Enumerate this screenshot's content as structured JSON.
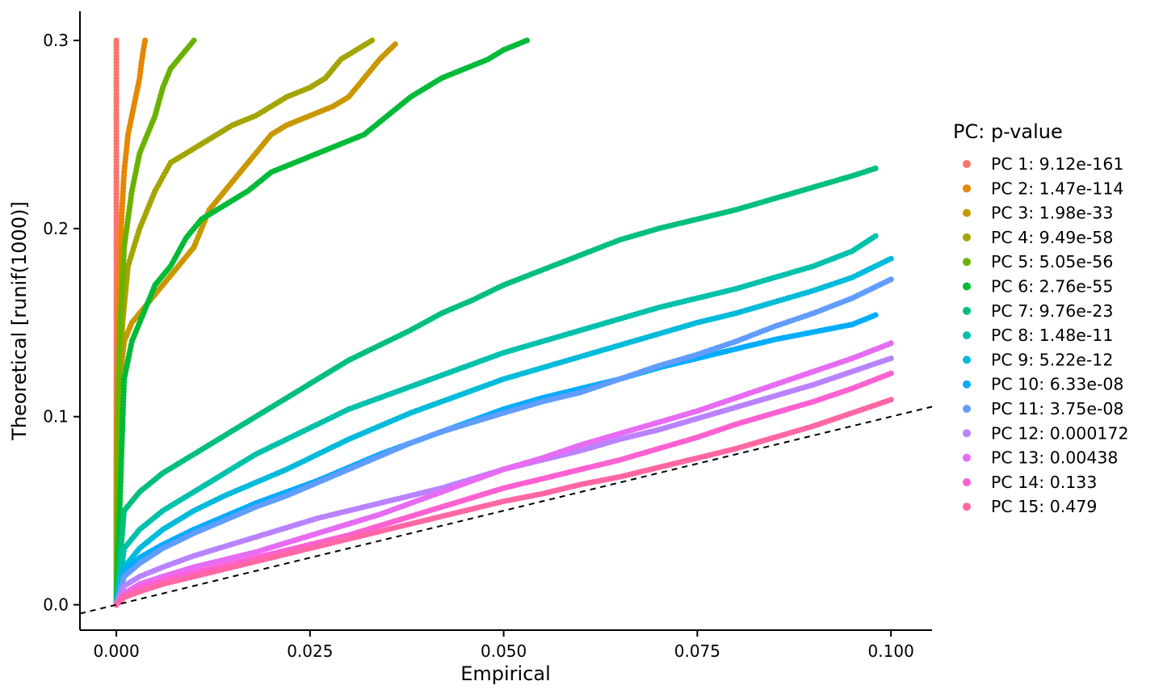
{
  "chart_data": {
    "type": "scatter",
    "title": "",
    "xlabel": "Empirical",
    "ylabel": "Theoretical [runif(1000)]",
    "xlim": [
      -0.0047,
      0.1053
    ],
    "ylim": [
      -0.0135,
      0.3155
    ],
    "x_ticks": [
      0.0,
      0.025,
      0.05,
      0.075,
      0.1
    ],
    "x_tick_labels": [
      "0.000",
      "0.025",
      "0.050",
      "0.075",
      "0.100"
    ],
    "y_ticks": [
      0.0,
      0.1,
      0.2,
      0.3
    ],
    "y_tick_labels": [
      "0.0",
      "0.1",
      "0.2",
      "0.3"
    ],
    "grid": false,
    "legend_title": "PC: p-value",
    "legend_position": "right",
    "reference_line": {
      "style": "dashed",
      "color": "#000000",
      "x": [
        -0.0047,
        0.1053
      ],
      "y": [
        -0.0047,
        0.1053
      ]
    },
    "series": [
      {
        "name": "PC 1: 9.12e-161",
        "color": "#F8766D",
        "x": [
          0.0,
          0.0,
          0.0,
          0.0,
          0.0,
          0.0,
          0.0,
          0.0
        ],
        "y": [
          0.0,
          0.05,
          0.1,
          0.15,
          0.2,
          0.25,
          0.28,
          0.3
        ]
      },
      {
        "name": "PC 2: 1.47e-114",
        "color": "#E58700",
        "x": [
          0.0,
          0.0,
          0.0003,
          0.0006,
          0.001,
          0.0015,
          0.002,
          0.0025,
          0.003,
          0.0033,
          0.0035,
          0.0037
        ],
        "y": [
          0.0,
          0.08,
          0.16,
          0.2,
          0.23,
          0.25,
          0.26,
          0.27,
          0.28,
          0.29,
          0.295,
          0.3
        ]
      },
      {
        "name": "PC 3: 1.98e-33",
        "color": "#C99800",
        "x": [
          0.0,
          0.0005,
          0.001,
          0.002,
          0.004,
          0.006,
          0.008,
          0.01,
          0.012,
          0.014,
          0.016,
          0.018,
          0.02,
          0.022,
          0.025,
          0.028,
          0.03,
          0.032,
          0.034,
          0.036
        ],
        "y": [
          0.0,
          0.12,
          0.14,
          0.15,
          0.16,
          0.17,
          0.18,
          0.19,
          0.21,
          0.22,
          0.23,
          0.24,
          0.25,
          0.255,
          0.26,
          0.265,
          0.27,
          0.28,
          0.29,
          0.298
        ]
      },
      {
        "name": "PC 4: 9.49e-58",
        "color": "#A3A500",
        "x": [
          0.0,
          0.0003,
          0.0008,
          0.0015,
          0.003,
          0.005,
          0.007,
          0.009,
          0.011,
          0.013,
          0.015,
          0.018,
          0.02,
          0.022,
          0.025,
          0.027,
          0.029,
          0.031,
          0.033
        ],
        "y": [
          0.0,
          0.11,
          0.15,
          0.18,
          0.2,
          0.22,
          0.235,
          0.24,
          0.245,
          0.25,
          0.255,
          0.26,
          0.265,
          0.27,
          0.275,
          0.28,
          0.29,
          0.295,
          0.3
        ]
      },
      {
        "name": "PC 5: 5.05e-56",
        "color": "#6BB100",
        "x": [
          0.0,
          0.0002,
          0.0005,
          0.001,
          0.002,
          0.003,
          0.004,
          0.005,
          0.006,
          0.007,
          0.008,
          0.009,
          0.01
        ],
        "y": [
          0.0,
          0.1,
          0.15,
          0.19,
          0.22,
          0.24,
          0.25,
          0.26,
          0.275,
          0.285,
          0.29,
          0.295,
          0.3
        ]
      },
      {
        "name": "PC 6: 2.76e-55",
        "color": "#00BA38",
        "x": [
          0.0,
          0.0005,
          0.001,
          0.002,
          0.003,
          0.005,
          0.007,
          0.009,
          0.011,
          0.013,
          0.015,
          0.017,
          0.02,
          0.023,
          0.026,
          0.029,
          0.032,
          0.035,
          0.038,
          0.04,
          0.042,
          0.045,
          0.048,
          0.05,
          0.053
        ],
        "y": [
          0.0,
          0.06,
          0.12,
          0.14,
          0.15,
          0.17,
          0.18,
          0.195,
          0.205,
          0.21,
          0.215,
          0.22,
          0.23,
          0.235,
          0.24,
          0.245,
          0.25,
          0.26,
          0.27,
          0.275,
          0.28,
          0.285,
          0.29,
          0.295,
          0.3
        ]
      },
      {
        "name": "PC 7: 9.76e-23",
        "color": "#00BF7D",
        "x": [
          0.0,
          0.001,
          0.003,
          0.006,
          0.01,
          0.014,
          0.018,
          0.022,
          0.026,
          0.03,
          0.034,
          0.038,
          0.042,
          0.046,
          0.05,
          0.055,
          0.06,
          0.065,
          0.07,
          0.075,
          0.08,
          0.085,
          0.09,
          0.095,
          0.098
        ],
        "y": [
          0.0,
          0.05,
          0.06,
          0.07,
          0.08,
          0.09,
          0.1,
          0.11,
          0.12,
          0.13,
          0.138,
          0.146,
          0.155,
          0.162,
          0.17,
          0.178,
          0.186,
          0.194,
          0.2,
          0.205,
          0.21,
          0.216,
          0.222,
          0.228,
          0.232
        ]
      },
      {
        "name": "PC 8: 1.48e-11",
        "color": "#00C1AB",
        "x": [
          0.0,
          0.001,
          0.003,
          0.006,
          0.01,
          0.014,
          0.018,
          0.022,
          0.026,
          0.03,
          0.034,
          0.038,
          0.042,
          0.046,
          0.05,
          0.055,
          0.06,
          0.065,
          0.07,
          0.075,
          0.08,
          0.085,
          0.09,
          0.095,
          0.098
        ],
        "y": [
          0.0,
          0.03,
          0.04,
          0.05,
          0.06,
          0.07,
          0.08,
          0.088,
          0.096,
          0.104,
          0.11,
          0.116,
          0.122,
          0.128,
          0.134,
          0.14,
          0.146,
          0.152,
          0.158,
          0.163,
          0.168,
          0.174,
          0.18,
          0.188,
          0.196
        ]
      },
      {
        "name": "PC 9: 5.22e-12",
        "color": "#00BBDA",
        "x": [
          0.0,
          0.001,
          0.003,
          0.006,
          0.01,
          0.014,
          0.018,
          0.022,
          0.026,
          0.03,
          0.034,
          0.038,
          0.042,
          0.046,
          0.05,
          0.055,
          0.06,
          0.065,
          0.07,
          0.075,
          0.08,
          0.085,
          0.09,
          0.095,
          0.1
        ],
        "y": [
          0.0,
          0.02,
          0.03,
          0.04,
          0.05,
          0.058,
          0.065,
          0.072,
          0.08,
          0.088,
          0.095,
          0.102,
          0.108,
          0.114,
          0.12,
          0.126,
          0.132,
          0.138,
          0.144,
          0.15,
          0.155,
          0.161,
          0.167,
          0.174,
          0.184
        ]
      },
      {
        "name": "PC 10: 6.33e-08",
        "color": "#00ACFC",
        "x": [
          0.0,
          0.001,
          0.003,
          0.006,
          0.01,
          0.014,
          0.018,
          0.022,
          0.026,
          0.03,
          0.034,
          0.038,
          0.042,
          0.046,
          0.05,
          0.055,
          0.06,
          0.065,
          0.07,
          0.075,
          0.08,
          0.085,
          0.09,
          0.095,
          0.098
        ],
        "y": [
          0.0,
          0.018,
          0.025,
          0.032,
          0.04,
          0.047,
          0.054,
          0.06,
          0.066,
          0.073,
          0.08,
          0.086,
          0.092,
          0.098,
          0.104,
          0.11,
          0.115,
          0.12,
          0.126,
          0.131,
          0.136,
          0.141,
          0.145,
          0.149,
          0.154
        ]
      },
      {
        "name": "PC 11: 3.75e-08",
        "color": "#619CFF",
        "x": [
          0.0,
          0.001,
          0.003,
          0.006,
          0.01,
          0.014,
          0.018,
          0.022,
          0.026,
          0.03,
          0.034,
          0.038,
          0.042,
          0.046,
          0.05,
          0.055,
          0.06,
          0.065,
          0.07,
          0.075,
          0.08,
          0.085,
          0.09,
          0.095,
          0.1
        ],
        "y": [
          0.0,
          0.015,
          0.022,
          0.03,
          0.038,
          0.045,
          0.052,
          0.058,
          0.065,
          0.072,
          0.079,
          0.086,
          0.092,
          0.097,
          0.102,
          0.108,
          0.113,
          0.12,
          0.127,
          0.133,
          0.14,
          0.148,
          0.155,
          0.163,
          0.173
        ]
      },
      {
        "name": "PC 12: 0.000172",
        "color": "#B983FF",
        "x": [
          0.0,
          0.001,
          0.003,
          0.006,
          0.01,
          0.014,
          0.018,
          0.022,
          0.026,
          0.03,
          0.034,
          0.038,
          0.042,
          0.046,
          0.05,
          0.055,
          0.06,
          0.065,
          0.07,
          0.075,
          0.08,
          0.085,
          0.09,
          0.095,
          0.1
        ],
        "y": [
          0.0,
          0.01,
          0.015,
          0.02,
          0.026,
          0.031,
          0.036,
          0.041,
          0.046,
          0.05,
          0.054,
          0.058,
          0.062,
          0.067,
          0.072,
          0.077,
          0.082,
          0.088,
          0.093,
          0.099,
          0.105,
          0.111,
          0.117,
          0.124,
          0.131
        ]
      },
      {
        "name": "PC 13: 0.00438",
        "color": "#E76BF3",
        "x": [
          0.0,
          0.001,
          0.003,
          0.006,
          0.01,
          0.014,
          0.018,
          0.022,
          0.026,
          0.03,
          0.034,
          0.038,
          0.042,
          0.046,
          0.05,
          0.055,
          0.06,
          0.065,
          0.07,
          0.075,
          0.08,
          0.085,
          0.09,
          0.095,
          0.1
        ],
        "y": [
          0.0,
          0.006,
          0.011,
          0.015,
          0.02,
          0.024,
          0.028,
          0.033,
          0.038,
          0.043,
          0.048,
          0.054,
          0.06,
          0.066,
          0.072,
          0.078,
          0.085,
          0.091,
          0.097,
          0.103,
          0.11,
          0.117,
          0.124,
          0.131,
          0.139
        ]
      },
      {
        "name": "PC 14: 0.133",
        "color": "#FD61D1",
        "x": [
          0.0,
          0.001,
          0.003,
          0.006,
          0.01,
          0.014,
          0.018,
          0.022,
          0.026,
          0.03,
          0.034,
          0.038,
          0.042,
          0.046,
          0.05,
          0.055,
          0.06,
          0.065,
          0.07,
          0.075,
          0.08,
          0.085,
          0.09,
          0.095,
          0.1
        ],
        "y": [
          0.0,
          0.005,
          0.009,
          0.013,
          0.017,
          0.021,
          0.025,
          0.029,
          0.033,
          0.037,
          0.042,
          0.047,
          0.052,
          0.057,
          0.062,
          0.067,
          0.072,
          0.077,
          0.083,
          0.089,
          0.096,
          0.102,
          0.108,
          0.115,
          0.123
        ]
      },
      {
        "name": "PC 15: 0.479",
        "color": "#FF67A4",
        "x": [
          0.0,
          0.001,
          0.003,
          0.006,
          0.01,
          0.014,
          0.018,
          0.022,
          0.026,
          0.03,
          0.034,
          0.038,
          0.042,
          0.046,
          0.05,
          0.055,
          0.06,
          0.065,
          0.07,
          0.075,
          0.08,
          0.085,
          0.09,
          0.095,
          0.1
        ],
        "y": [
          0.0,
          0.004,
          0.007,
          0.011,
          0.015,
          0.019,
          0.023,
          0.027,
          0.031,
          0.035,
          0.039,
          0.043,
          0.047,
          0.051,
          0.055,
          0.059,
          0.064,
          0.068,
          0.073,
          0.078,
          0.083,
          0.089,
          0.095,
          0.102,
          0.109
        ]
      }
    ]
  }
}
